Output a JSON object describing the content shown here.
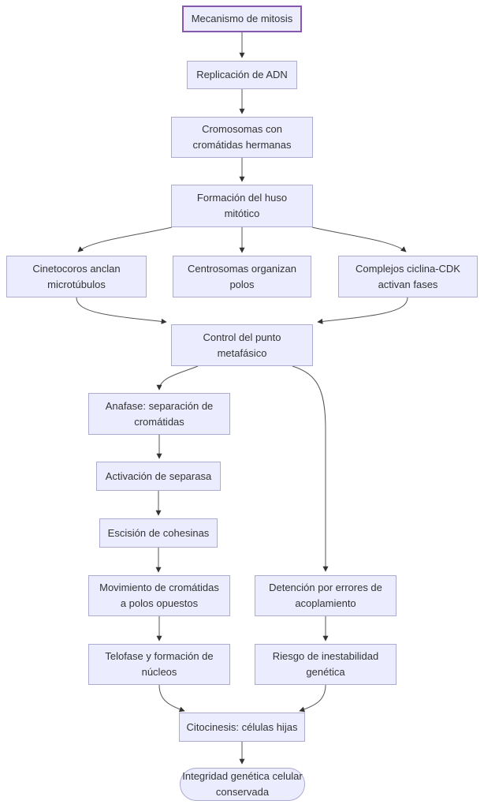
{
  "diagram": {
    "type": "flowchart",
    "direction": "top-down",
    "title": "Mecanismo de mitosis",
    "nodes": [
      {
        "id": "mecanismo",
        "shape": "rect",
        "emphasis": true,
        "lines": [
          "Mecanismo de mitosis"
        ]
      },
      {
        "id": "replicacion",
        "shape": "rect",
        "emphasis": false,
        "lines": [
          "Replicación de ADN"
        ]
      },
      {
        "id": "cromosomas",
        "shape": "rect",
        "emphasis": false,
        "lines": [
          "Cromosomas con",
          "cromátidas hermanas"
        ]
      },
      {
        "id": "formacion",
        "shape": "rect",
        "emphasis": false,
        "lines": [
          "Formación del huso",
          "mitótico"
        ]
      },
      {
        "id": "cinetocoros",
        "shape": "rect",
        "emphasis": false,
        "lines": [
          "Cinetocoros anclan",
          "microtúbulos"
        ]
      },
      {
        "id": "centrosomas",
        "shape": "rect",
        "emphasis": false,
        "lines": [
          "Centrosomas organizan",
          "polos"
        ]
      },
      {
        "id": "complejos",
        "shape": "rect",
        "emphasis": false,
        "lines": [
          "Complejos ciclina-CDK",
          "activan fases"
        ]
      },
      {
        "id": "control",
        "shape": "rect",
        "emphasis": false,
        "lines": [
          "Control del punto",
          "metafásico"
        ]
      },
      {
        "id": "anafase",
        "shape": "rect",
        "emphasis": false,
        "lines": [
          "Anafase: separación de",
          "cromátidas"
        ]
      },
      {
        "id": "activacion",
        "shape": "rect",
        "emphasis": false,
        "lines": [
          "Activación de separasa"
        ]
      },
      {
        "id": "escision",
        "shape": "rect",
        "emphasis": false,
        "lines": [
          "Escisión de cohesinas"
        ]
      },
      {
        "id": "movimiento",
        "shape": "rect",
        "emphasis": false,
        "lines": [
          "Movimiento de cromátidas",
          "a polos opuestos"
        ]
      },
      {
        "id": "detencion",
        "shape": "rect",
        "emphasis": false,
        "lines": [
          "Detención por errores de",
          "acoplamiento"
        ]
      },
      {
        "id": "telofase",
        "shape": "rect",
        "emphasis": false,
        "lines": [
          "Telofase y formación de",
          "núcleos"
        ]
      },
      {
        "id": "riesgo",
        "shape": "rect",
        "emphasis": false,
        "lines": [
          "Riesgo de inestabilidad",
          "genética"
        ]
      },
      {
        "id": "citocinesis",
        "shape": "rect",
        "emphasis": false,
        "lines": [
          "Citocinesis: células hijas"
        ]
      },
      {
        "id": "integridad",
        "shape": "stadium",
        "emphasis": false,
        "lines": [
          "Integridad genética celular",
          "conservada"
        ]
      }
    ],
    "edges": [
      {
        "from": "mecanismo",
        "to": "replicacion"
      },
      {
        "from": "replicacion",
        "to": "cromosomas"
      },
      {
        "from": "cromosomas",
        "to": "formacion"
      },
      {
        "from": "formacion",
        "to": "cinetocoros"
      },
      {
        "from": "formacion",
        "to": "centrosomas"
      },
      {
        "from": "formacion",
        "to": "complejos"
      },
      {
        "from": "cinetocoros",
        "to": "control"
      },
      {
        "from": "complejos",
        "to": "control"
      },
      {
        "from": "control",
        "to": "anafase"
      },
      {
        "from": "control",
        "to": "detencion"
      },
      {
        "from": "anafase",
        "to": "activacion"
      },
      {
        "from": "activacion",
        "to": "escision"
      },
      {
        "from": "escision",
        "to": "movimiento"
      },
      {
        "from": "movimiento",
        "to": "telofase"
      },
      {
        "from": "detencion",
        "to": "riesgo"
      },
      {
        "from": "telofase",
        "to": "citocinesis"
      },
      {
        "from": "riesgo",
        "to": "citocinesis"
      },
      {
        "from": "citocinesis",
        "to": "integridad"
      }
    ],
    "colors": {
      "node_fill": "#ECECFF",
      "node_border": "#ABABD4",
      "emphasis_border": "#8757AD",
      "edge_line": "#555555",
      "arrowhead": "#333333",
      "text": "#333333",
      "background": "#FFFFFF"
    }
  }
}
